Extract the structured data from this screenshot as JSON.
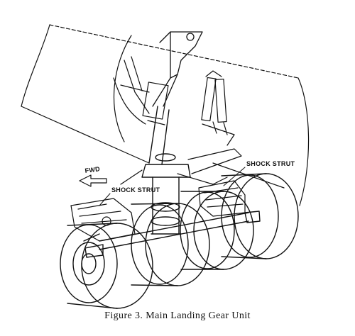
{
  "labels": {
    "fwd": "FWD",
    "shock_strut_left": "SHOCK STRUT",
    "shock_strut_right": "SHOCK STRUT"
  },
  "caption": "Figure 3.  Main Landing Gear Unit"
}
